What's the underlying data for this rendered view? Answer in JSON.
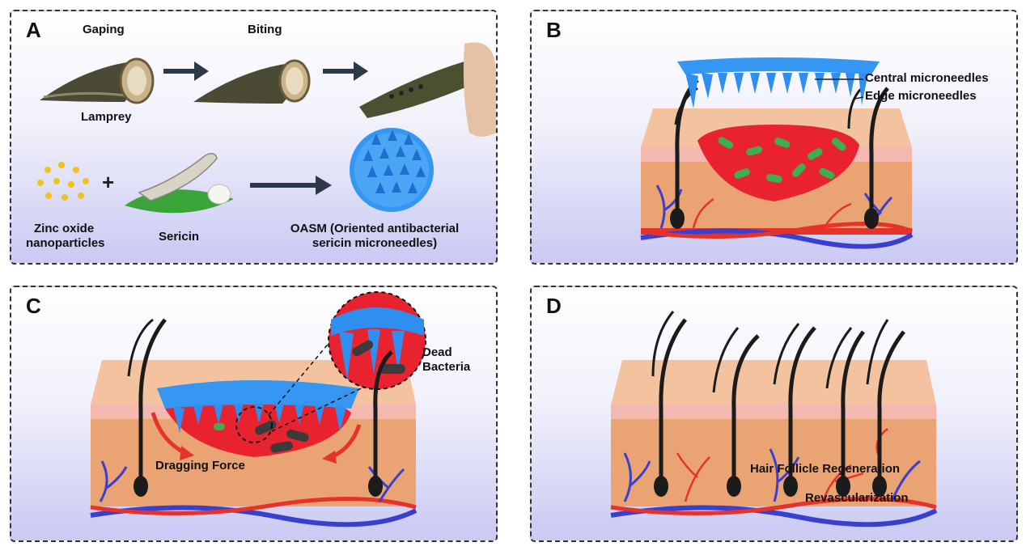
{
  "panels": {
    "a": {
      "letter": "A",
      "stage_gaping": "Gaping",
      "stage_biting": "Biting",
      "lamprey": "Lamprey",
      "zinc_line1": "Zinc oxide",
      "zinc_line2": "nanoparticles",
      "sericin": "Sericin",
      "oasm_line1": "OASM (Oriented antibacterial",
      "oasm_line2": "sericin microneedles)"
    },
    "b": {
      "letter": "B",
      "central": "Central microneedles",
      "edge": "Edge microneedles"
    },
    "c": {
      "letter": "C",
      "dead_line1": "Dead",
      "dead_line2": "Bacteria",
      "dragging": "Dragging Force"
    },
    "d": {
      "letter": "D",
      "hair": "Hair Follicle Regeneration",
      "revasc": "Revascularization"
    }
  },
  "colors": {
    "skin_top": "#f2c39e",
    "skin_body": "#eaa372",
    "wound": "#e8232f",
    "bacteria": "#3fae4f",
    "needle_blue": "#2f8ff0",
    "vessel_red": "#e5322b",
    "vessel_blue": "#3a3fd0",
    "hair": "#1b1b1b"
  }
}
